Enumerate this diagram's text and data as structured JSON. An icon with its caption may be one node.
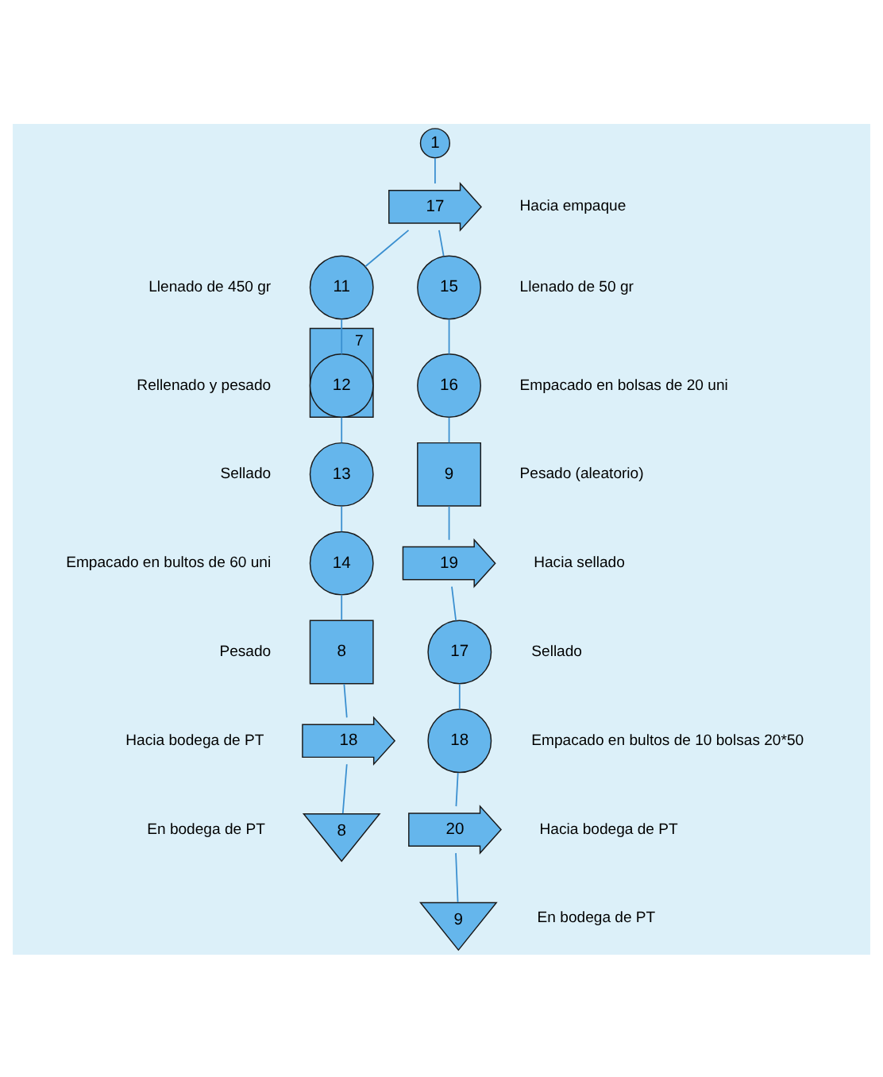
{
  "diagram": {
    "nodes": [
      {
        "text": [
          "1"
        ]
      },
      {
        "text": [
          "17"
        ],
        "beside": [
          "Hacia empaque"
        ]
      },
      {
        "text": [
          "11"
        ],
        "beside": [
          "Llenado de 450 gr"
        ]
      },
      {
        "text": [],
        "shape": "box",
        "beside": [
          "7"
        ]
      },
      {
        "text": [
          "12"
        ],
        "in": 3,
        "beside": [
          "Rellenado y pesado"
        ]
      },
      {
        "text": [
          "13"
        ],
        "beside": [
          "Sellado"
        ]
      },
      {
        "text": [
          "14"
        ],
        "beside": [
          "Empacado en bultos de 60 uni"
        ]
      },
      {
        "text": [
          "8"
        ],
        "beside": [
          "Pesado"
        ]
      },
      {
        "text": [
          "18"
        ],
        "beside": [
          "Hacia bodega de PT"
        ]
      },
      {
        "text": [
          "8"
        ],
        "beside": [
          "En bodega de PT"
        ]
      },
      {
        "text": [
          "15"
        ],
        "beside": [
          "Llenado de 50 gr"
        ]
      },
      {
        "text": [
          "16"
        ],
        "beside": [
          "Empacado en bolsas de 20 uni"
        ]
      },
      {
        "text": [
          "9"
        ],
        "beside": [
          "Pesado (aleatorio)"
        ]
      },
      {
        "text": [
          "19"
        ],
        "beside": [
          "Hacia sellado"
        ]
      },
      {
        "text": [
          "17"
        ],
        "beside": [
          "Sellado"
        ]
      },
      {
        "text": [
          "18"
        ],
        "beside": [
          "Empacado en bultos de 10 bolsas 20*50"
        ]
      },
      {
        "text": [
          "20"
        ],
        "beside": [
          "Hacia bodega de PT"
        ]
      },
      {
        "text": [
          "9"
        ],
        "beside": [
          "En bodega de PT"
        ]
      }
    ],
    "edges": [
      {
        "from": 0,
        "to": 1,
        "arrow": "none"
      },
      {
        "from": 1,
        "to": 2,
        "arrow": "none"
      },
      {
        "from": 1,
        "to": 10,
        "arrow": "none"
      },
      {
        "from": 2,
        "to": 4,
        "arrow": "none"
      },
      {
        "from": 4,
        "to": 5,
        "arrow": "none"
      },
      {
        "from": 5,
        "to": 6,
        "arrow": "none"
      },
      {
        "from": 6,
        "to": 7,
        "arrow": "none"
      },
      {
        "from": 7,
        "to": 8,
        "arrow": "none"
      },
      {
        "from": 8,
        "to": 9,
        "arrow": "none"
      },
      {
        "from": 10,
        "to": 11,
        "arrow": "none"
      },
      {
        "from": 11,
        "to": 12,
        "arrow": "none"
      },
      {
        "from": 12,
        "to": 13,
        "arrow": "none"
      },
      {
        "from": 13,
        "to": 14,
        "arrow": "none"
      },
      {
        "from": 14,
        "to": 15,
        "arrow": "none"
      },
      {
        "from": 15,
        "to": 16,
        "arrow": "none"
      },
      {
        "from": 16,
        "to": 17,
        "arrow": "none"
      }
    ]
  }
}
